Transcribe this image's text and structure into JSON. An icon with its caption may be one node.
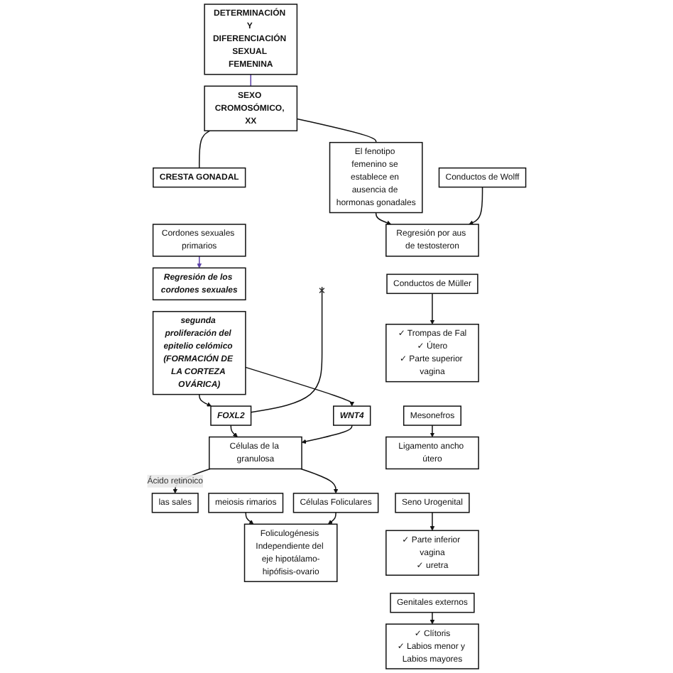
{
  "diagram": {
    "nodes": [
      {
        "text": [
          "DETERMINACIÓN Y DIFERENCIACIÓN SEXUAL FEMENINA"
        ]
      },
      {
        "text": [
          "SEXO CROMOSÓMICO, XX"
        ]
      },
      {
        "text": [
          "CRESTA GONADAL"
        ]
      },
      {
        "text": [
          "Cordones sexuales primarios"
        ]
      },
      {
        "text": [
          "Regresión de los cordones sexuales"
        ]
      },
      {
        "text": [
          "segunda proliferación del epitelio celómico (FORMACIÓN DE LA CORTEZA OVÁRICA)"
        ]
      },
      {
        "text": [
          "FOXL2"
        ]
      },
      {
        "text": [
          "WNT4"
        ]
      },
      {
        "text": [
          "Células de la granulosa"
        ]
      },
      {
        "text": [
          "las sales"
        ]
      },
      {
        "text": [
          "meiosis rimarios"
        ]
      },
      {
        "text": [
          "Células Foliculares"
        ]
      },
      {
        "text": [
          "Foliculogénesis Independiente del eje hipotálamo-hipófisis-ovario"
        ]
      },
      {
        "text": [
          "El fenotipo femenino se establece en ausencia de hormonas gonadales"
        ]
      },
      {
        "text": [
          "Conductos de Wolff"
        ]
      },
      {
        "text": [
          "Regresión por aus de testosteron"
        ]
      },
      {
        "text": [
          "Conductos de Müller"
        ]
      },
      {
        "text": [
          "✓ Trompas de Fal",
          "✓ Útero",
          "✓ Parte superior vagina"
        ]
      },
      {
        "text": [
          "Mesonefros"
        ]
      },
      {
        "text": [
          "Ligamento ancho útero"
        ]
      },
      {
        "text": [
          "Seno Urogenital"
        ]
      },
      {
        "text": [
          "✓ Parte inferior vagina",
          "✓ uretra"
        ]
      },
      {
        "text": [
          "Genitales externos"
        ]
      },
      {
        "text": [
          "✓ Clítoris",
          "✓ Labios menor y Labios mayores"
        ]
      }
    ],
    "edges": [
      {
        "from": 0,
        "to": 1,
        "arrow": "none",
        "color": "#5b3fa8"
      },
      {
        "from": 1,
        "to": 2,
        "arrow": "none"
      },
      {
        "from": 1,
        "to": 13,
        "arrow": "none"
      },
      {
        "from": 3,
        "to": 4,
        "arrow": "to",
        "color": "#5b3fa8"
      },
      {
        "from": 5,
        "to": 6,
        "arrow": "to"
      },
      {
        "from": 5,
        "to": 7,
        "arrow": "to"
      },
      {
        "from": 6,
        "to": null,
        "arrow": "other"
      },
      {
        "from": 6,
        "to": 8,
        "arrow": "to"
      },
      {
        "from": 7,
        "to": 8,
        "arrow": "to"
      },
      {
        "from": 8,
        "to": 9,
        "arrow": "to",
        "label": "Ácido retinoico"
      },
      {
        "from": 8,
        "to": 11,
        "arrow": "to"
      },
      {
        "from": 10,
        "to": 12,
        "arrow": "to"
      },
      {
        "from": 11,
        "to": 12,
        "arrow": "to"
      },
      {
        "from": 13,
        "to": 15,
        "arrow": "to"
      },
      {
        "from": 14,
        "to": 15,
        "arrow": "to"
      },
      {
        "from": 16,
        "to": 17,
        "arrow": "to"
      },
      {
        "from": 18,
        "to": 19,
        "arrow": "to"
      },
      {
        "from": 20,
        "to": 21,
        "arrow": "to"
      },
      {
        "from": 22,
        "to": 23,
        "arrow": "to"
      }
    ]
  }
}
